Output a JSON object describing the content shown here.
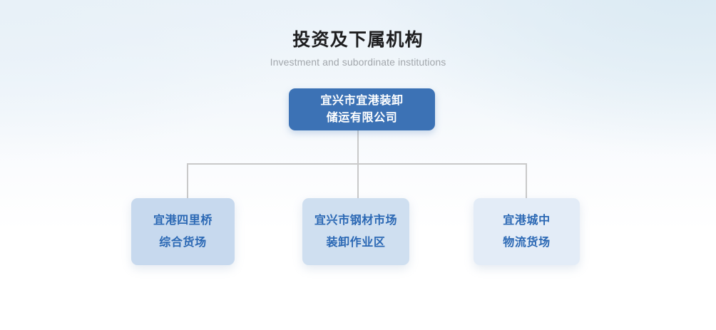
{
  "header": {
    "title": "投资及下属机构",
    "subtitle": "Investment and subordinate institutions"
  },
  "org_chart": {
    "root": {
      "lines": [
        "宜兴市宜港装卸",
        "储运有限公司"
      ],
      "bg_color": "#3c72b5",
      "text_color": "#ffffff"
    },
    "children": [
      {
        "lines": [
          "宜港四里桥",
          "综合货场"
        ],
        "bg_color": "#c7d9ee",
        "text_color": "#2b68b4"
      },
      {
        "lines": [
          "宜兴市钢材市场",
          "装卸作业区"
        ],
        "bg_color": "#cfdff0",
        "text_color": "#2b68b4"
      },
      {
        "lines": [
          "宜港城中",
          "物流货场"
        ],
        "bg_color": "#e3ecf7",
        "text_color": "#2b68b4"
      }
    ],
    "connector_color": "#c9c9c9"
  }
}
